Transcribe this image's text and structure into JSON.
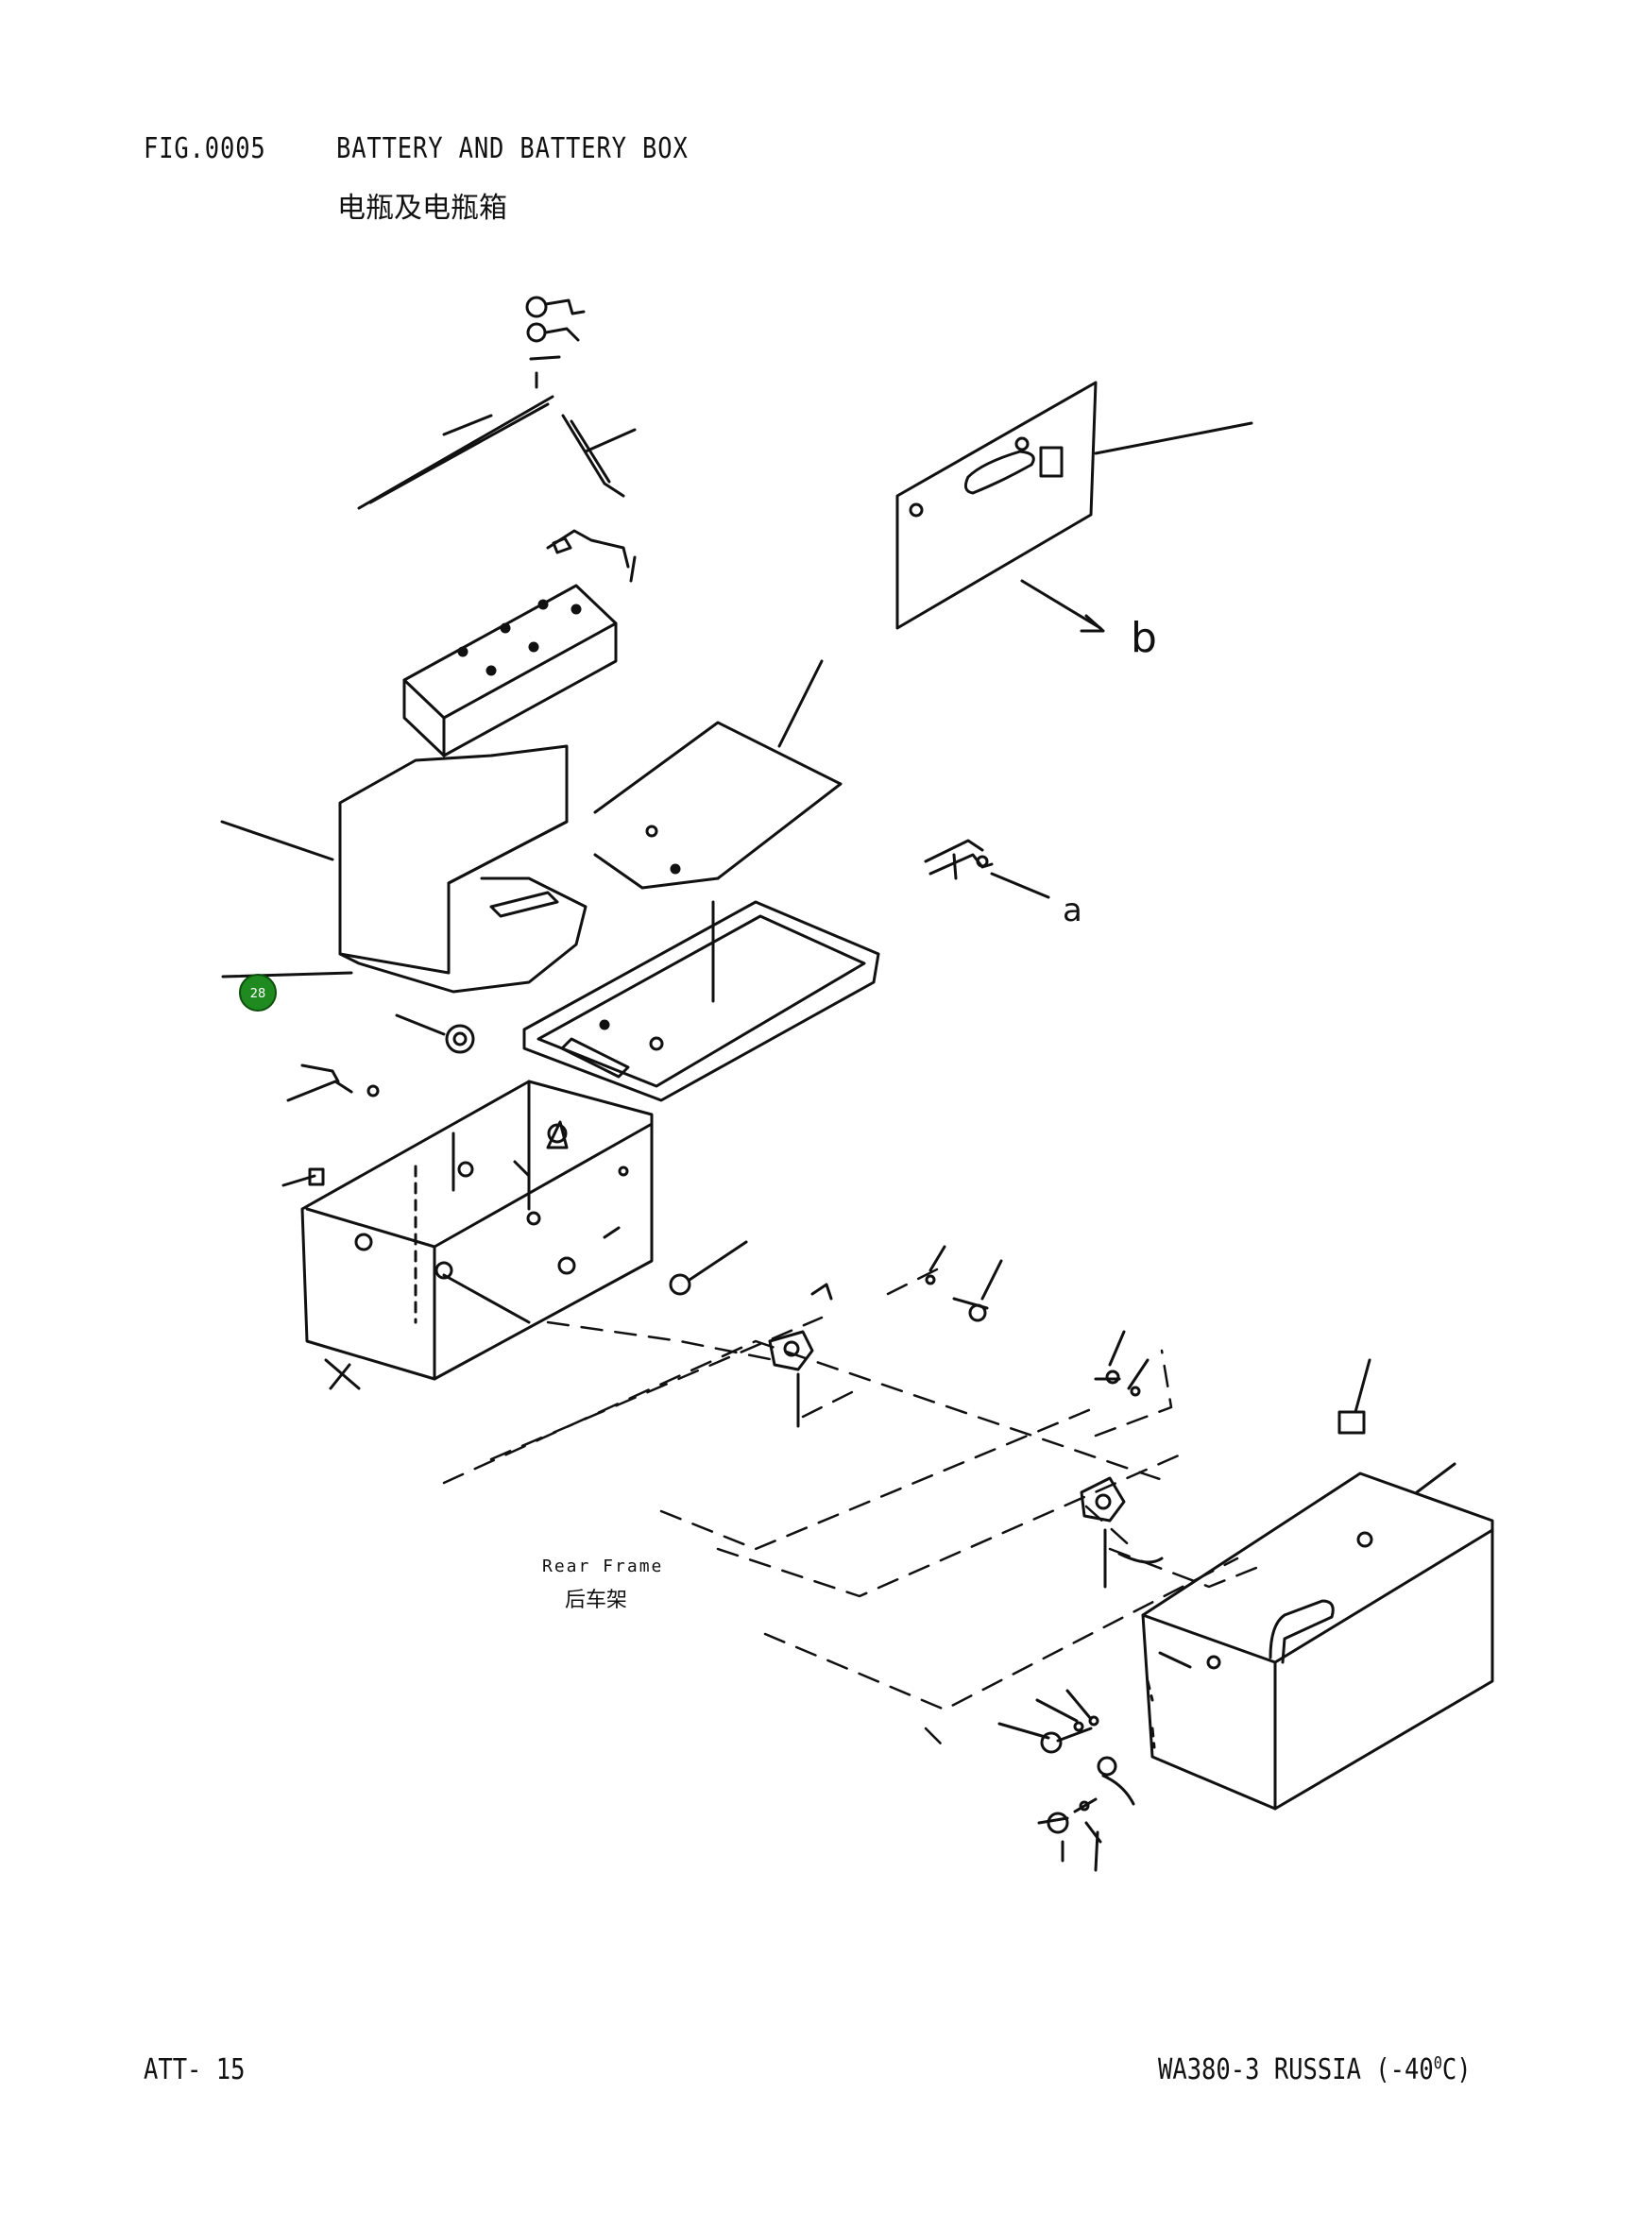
{
  "header": {
    "fig_number": "FIG.0005",
    "title": "BATTERY AND BATTERY BOX",
    "title_cn": "电瓶及电瓶箱"
  },
  "diagram": {
    "view_label_b": "b",
    "part_label_a": "a",
    "frame_label": "Rear Frame",
    "frame_label_cn": "后车架",
    "callout": {
      "number": "28",
      "color": "#1f8a1f"
    }
  },
  "footer": {
    "page_code": "ATT- 15",
    "model_prefix": "WA380-3 RUSSIA (-40",
    "model_degree": "0",
    "model_suffix": "C)"
  }
}
